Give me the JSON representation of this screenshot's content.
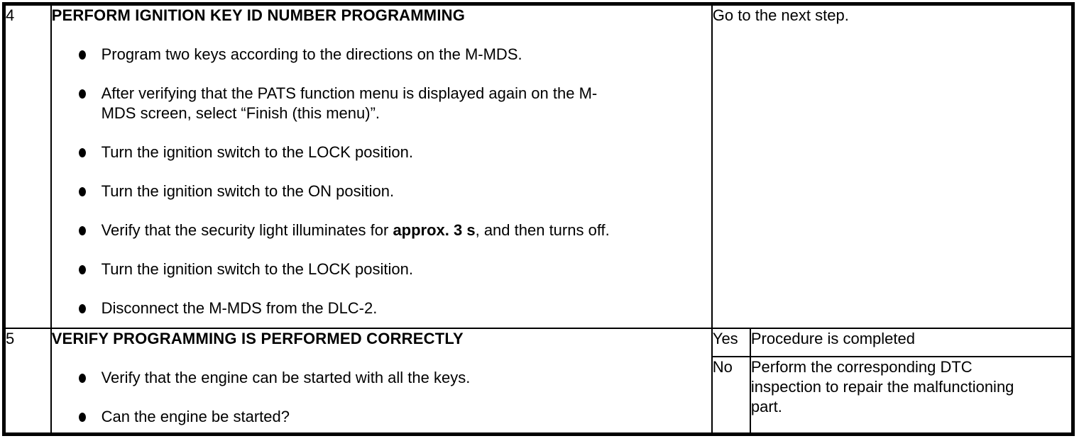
{
  "document": {
    "steps": [
      {
        "number": "4",
        "title": "PERFORM IGNITION KEY ID NUMBER PROGRAMMING",
        "bullets": [
          {
            "pre": "Program two keys according to the directions on the M-MDS."
          },
          {
            "pre": "After verifying that the PATS function menu is displayed again on the M-MDS screen, select “Finish (this menu)”."
          },
          {
            "pre": "Turn the ignition switch to the LOCK position."
          },
          {
            "pre": "Turn the ignition switch to the ON position."
          },
          {
            "pre": "Verify that the security light illuminates for ",
            "bold": "approx. 3 s",
            "post": ", and then turns off."
          },
          {
            "pre": "Turn the ignition switch to the LOCK position."
          },
          {
            "pre": "Disconnect the M-MDS from the DLC-2."
          }
        ],
        "results": [
          {
            "flag": "",
            "action": "Go to the next step."
          }
        ]
      },
      {
        "number": "5",
        "title": "VERIFY PROGRAMMING IS PERFORMED CORRECTLY",
        "bullets": [
          {
            "pre": "Verify that the engine can be started with all the keys."
          },
          {
            "pre": "Can the engine be started?"
          }
        ],
        "results": [
          {
            "flag": "Yes",
            "action": "Procedure is completed"
          },
          {
            "flag": "No",
            "action": "Perform the corresponding DTC inspection to repair the malfunctioning part."
          }
        ]
      }
    ]
  }
}
